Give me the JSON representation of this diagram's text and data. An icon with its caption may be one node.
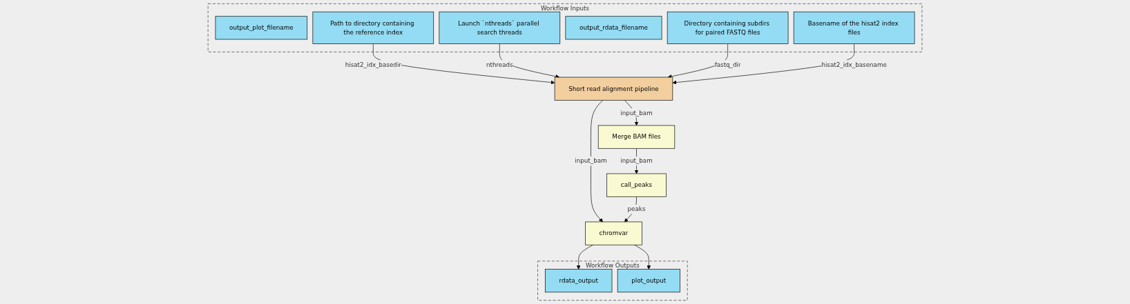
{
  "diagram": {
    "nodes": [
      {
        "text": [
          "Workflow Inputs"
        ]
      },
      {
        "text": [
          "output_plot_filename"
        ],
        "in": 0
      },
      {
        "text": [
          "Path to directory containing the reference index"
        ],
        "in": 0
      },
      {
        "text": [
          "Launch `nthreads` parallel search threads"
        ],
        "in": 0
      },
      {
        "text": [
          "output_rdata_filename"
        ],
        "in": 0
      },
      {
        "text": [
          "Directory containing subdirs for paired FASTQ files"
        ],
        "in": 0
      },
      {
        "text": [
          "Basename of the hisat2 index files"
        ],
        "in": 0
      },
      {
        "text": [
          "Short read alignment pipeline"
        ]
      },
      {
        "text": [
          "Merge BAM files"
        ]
      },
      {
        "text": [
          "call_peaks"
        ]
      },
      {
        "text": [
          "chromvar"
        ]
      },
      {
        "text": [
          "Workflow Outputs"
        ]
      },
      {
        "text": [
          "rdata_output"
        ],
        "in": 11
      },
      {
        "text": [
          "plot_output"
        ],
        "in": 11
      }
    ],
    "edges": [
      {
        "from": 2,
        "to": 7,
        "arrow": "to",
        "label": "hisat2_idx_basedir"
      },
      {
        "from": 3,
        "to": 7,
        "arrow": "to",
        "label": "nthreads"
      },
      {
        "from": 5,
        "to": 7,
        "arrow": "to",
        "label": "fastq_dir"
      },
      {
        "from": 6,
        "to": 7,
        "arrow": "to",
        "label": "hisat2_idx_basename"
      },
      {
        "from": 7,
        "to": 8,
        "arrow": "to",
        "label": "input_bam"
      },
      {
        "from": 8,
        "to": 9,
        "arrow": "to",
        "label": "input_bam"
      },
      {
        "from": 7,
        "to": 10,
        "arrow": "to",
        "label": "input_bam"
      },
      {
        "from": 9,
        "to": 10,
        "arrow": "to",
        "label": "peaks"
      },
      {
        "from": 10,
        "to": 12,
        "arrow": "to"
      },
      {
        "from": 10,
        "to": 13,
        "arrow": "to"
      }
    ]
  }
}
